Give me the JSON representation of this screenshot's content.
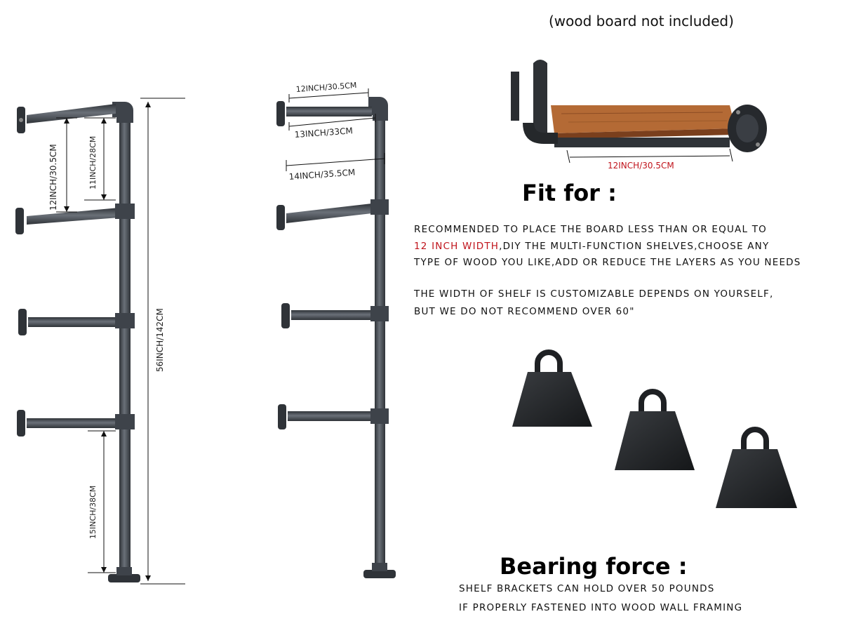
{
  "note": "(wood board not included)",
  "dimensions": {
    "full_height": "56INCH/142CM",
    "first_gap_outer": "12INCH/30.5CM",
    "first_gap_inner": "11INCH/28CM",
    "bottom_gap": "15INCH/38CM",
    "arm_top": "12INCH/30.5CM",
    "arm_mid": "13INCH/33CM",
    "arm_outer": "14INCH/35.5CM",
    "shelf_depth": "12INCH/30.5CM"
  },
  "fit_for": {
    "heading": "Fit for :",
    "line1": "RECOMMENDED TO PLACE THE BOARD LESS THAN OR EQUAL TO",
    "line2_highlight": "12 INCH WIDTH",
    "line2_rest": ",DIY THE MULTI-FUNCTION SHELVES,CHOOSE ANY",
    "line3": "TYPE OF WOOD YOU LIKE,ADD OR REDUCE THE LAYERS AS YOU NEEDS",
    "line4": "THE WIDTH OF SHELF IS CUSTOMIZABLE DEPENDS ON YOURSELF,",
    "line5": "BUT WE DO NOT RECOMMEND OVER 60\""
  },
  "bearing": {
    "heading": "Bearing force :",
    "line1": "SHELF BRACKETS CAN HOLD OVER 50 POUNDS",
    "line2": "IF PROPERLY FASTENED INTO WOOD WALL FRAMING"
  },
  "colors": {
    "pipe": "#3e434a",
    "pipe_light": "#6a7078",
    "wood": "#b46a35",
    "highlight": "#c0141c"
  }
}
